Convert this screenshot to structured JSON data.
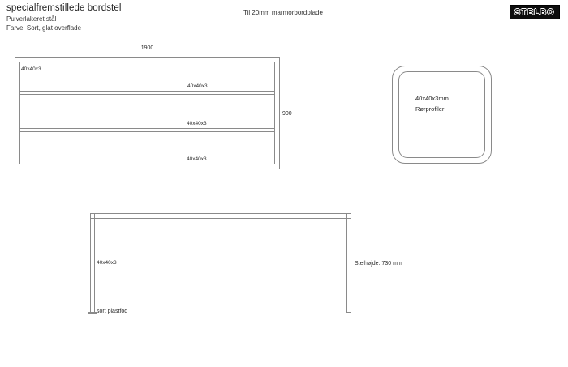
{
  "header": {
    "title": "specialfremstillede bordstel",
    "subtitle_material": "Pulverlakeret stål",
    "subtitle_color": "Farve: Sort,  glat overflade",
    "center_note": "Til 20mm marmorbordplade",
    "logo_text": "STELBO"
  },
  "top_view": {
    "dim_width": "1900",
    "dim_height": "900",
    "profile_labels": [
      "40x40x3",
      "40x40x3",
      "40x40x3",
      "40x40x3"
    ]
  },
  "detail_view": {
    "line1": "40x40x3mm",
    "line2": "Rørprofiler"
  },
  "side_view": {
    "profile_label": "40x40x3",
    "height_label": "Stelhøjde: 730 mm",
    "foot_label": "sort plastfod"
  },
  "colors": {
    "drawing_line": "#8a8a8a",
    "text": "#262626",
    "logo_background": "#0d0d0d",
    "logo_letter_outline": "#ffffff",
    "page_background": "#ffffff"
  }
}
